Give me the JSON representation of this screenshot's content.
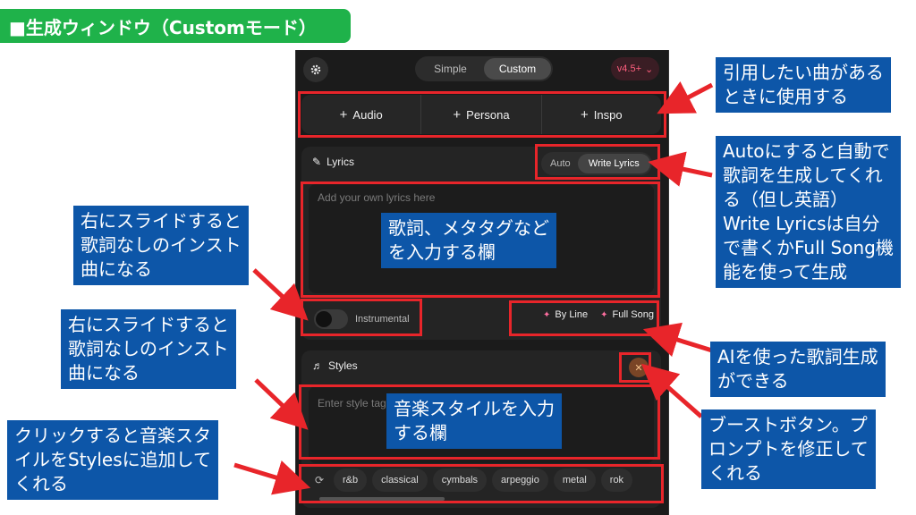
{
  "title": "■生成ウィンドウ（Customモード）",
  "header": {
    "tabs": [
      "Simple",
      "Custom"
    ],
    "active_tab": "Custom",
    "version": "v4.5+"
  },
  "add_bar": {
    "audio": "Audio",
    "persona": "Persona",
    "inspo": "Inspo"
  },
  "lyrics": {
    "label": "Lyrics",
    "mode_auto": "Auto",
    "mode_write": "Write Lyrics",
    "placeholder": "Add your own lyrics here",
    "instrumental_label": "Instrumental",
    "by_line": "By Line",
    "full_song": "Full Song"
  },
  "styles": {
    "label": "Styles",
    "placeholder": "Enter style tags",
    "tags": [
      "r&b",
      "classical",
      "cymbals",
      "arpeggio",
      "metal",
      "rok"
    ]
  },
  "notes": {
    "insp": [
      "引用したい曲がある",
      "ときに使用する"
    ],
    "auto": [
      "Autoにすると自動で",
      "歌詞を生成してくれ",
      "る（但し英語）",
      "Write Lyricsは自分",
      "で書くかFull Song機",
      "能を使って生成"
    ],
    "lyrics_field": [
      "歌詞、メタタグなど",
      "を入力する欄"
    ],
    "instr1": [
      "右にスライドすると",
      "歌詞なしのインスト",
      "曲になる"
    ],
    "instr2": [
      "右にスライドすると",
      "歌詞なしのインスト",
      "曲になる"
    ],
    "ai": [
      "AIを使った歌詞生成",
      "ができる"
    ],
    "style_field": [
      "音楽スタイルを入力",
      "する欄"
    ],
    "boost": [
      "ブーストボタン。プ",
      "ロンプトを修正して",
      "くれる"
    ],
    "tags_click": [
      "クリックすると音楽スタ",
      "イルをStylesに追加して",
      "くれる"
    ]
  },
  "colors": {
    "title_bg": "#1fb24a",
    "note_bg": "#0d56a8",
    "highlight": "#e8252a",
    "accent": "#ff5f7e"
  }
}
